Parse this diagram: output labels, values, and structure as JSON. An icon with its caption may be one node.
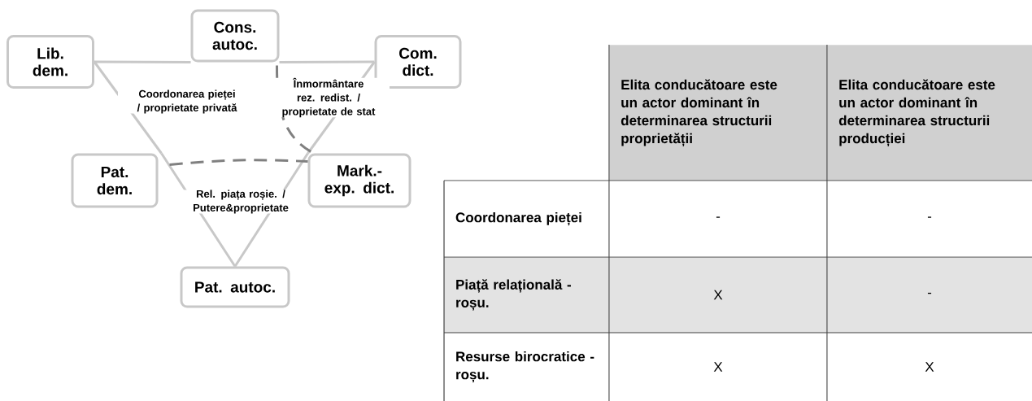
{
  "diagram": {
    "nodes": [
      {
        "text": [
          "Lib. dem."
        ]
      },
      {
        "text": [
          "Cons. autoc."
        ]
      },
      {
        "text": [
          "Com. dict."
        ]
      },
      {
        "text": [
          "Pat. dem."
        ]
      },
      {
        "text": [
          "Mark.-exp. dict."
        ]
      },
      {
        "text": [
          "Pat. autoc."
        ]
      }
    ],
    "edges": [
      {
        "from": 0,
        "to": 1,
        "arrow": "none"
      },
      {
        "from": 1,
        "to": 2,
        "arrow": "none"
      },
      {
        "from": 0,
        "to": 3,
        "arrow": "none"
      },
      {
        "from": 3,
        "to": 5,
        "arrow": "none"
      },
      {
        "from": 2,
        "to": 4,
        "arrow": "none"
      },
      {
        "from": 4,
        "to": 5,
        "arrow": "none"
      },
      {
        "from": 3,
        "to": 4,
        "arrow": "none",
        "style": "dashed",
        "color": "#808080"
      },
      {
        "from": 1,
        "to": 4,
        "arrow": "none",
        "style": "dashed",
        "color": "#808080"
      }
    ],
    "labels": [
      "Coordonarea pieței / proprietate privată",
      "Înmormântare rez. redist. / proprietate de stat",
      "Rel. piața roșie. / Putere&proprietate",
      "Elita conducătoare este un actor dominant în determinarea structurii proprietății",
      "Elita conducătoare este un actor dominant în determinarea structurii producției",
      "Coordonarea pieței",
      "-",
      "-",
      "Piață relațională - roșu.",
      "X",
      "-",
      "Resurse birocratice - roșu.",
      "X",
      "X"
    ]
  }
}
